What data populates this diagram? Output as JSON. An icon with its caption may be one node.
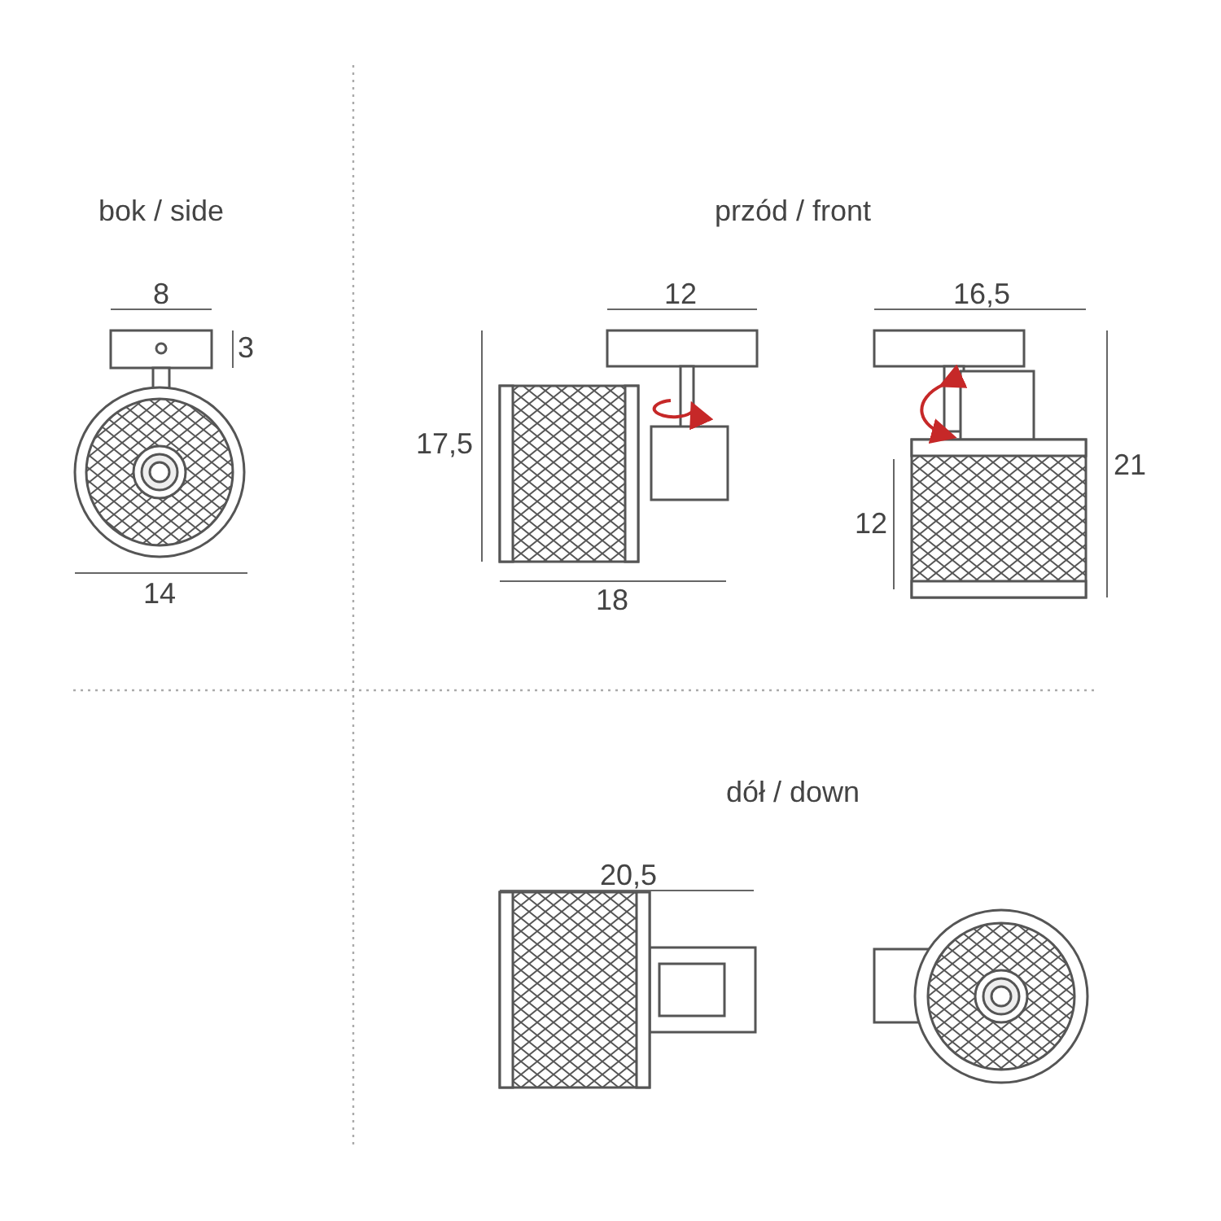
{
  "diagram": {
    "labels": [
      "bok / side",
      "przód / front",
      "8",
      "12",
      "16,5",
      "3",
      "17,5",
      "21",
      "12",
      "14",
      "18",
      "dół / down",
      "20,5"
    ]
  }
}
